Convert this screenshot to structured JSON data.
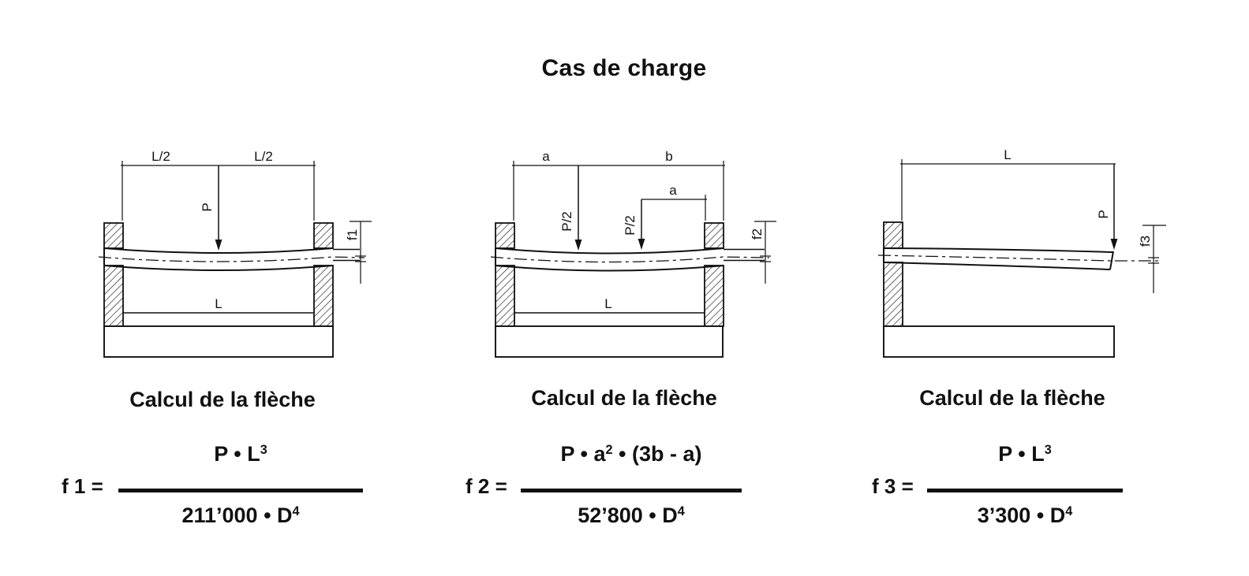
{
  "page": {
    "title": "Cas de charge",
    "background": "#ffffff",
    "ink": "#111111"
  },
  "diagrams": [
    {
      "id": "simply-supported-center-load",
      "labels": {
        "dim_left": "L/2",
        "dim_right": "L/2",
        "load": "P",
        "deflection": "f1",
        "span": "L"
      },
      "calc_title": "Calcul de la flèche",
      "formula": {
        "lhs": "f 1 =",
        "numerator": [
          {
            "text": "P • L"
          },
          {
            "sup": "3"
          }
        ],
        "denominator": [
          {
            "text": "211’000 • D"
          },
          {
            "sup": "4"
          }
        ]
      }
    },
    {
      "id": "simply-supported-two-loads",
      "labels": {
        "dim_a": "a",
        "dim_b": "b",
        "dim_a2": "a",
        "load1": "P/2",
        "load2": "P/2",
        "deflection": "f2",
        "span": "L"
      },
      "calc_title": "Calcul de la flèche",
      "formula": {
        "lhs": "f 2 =",
        "numerator": [
          {
            "text": "P • a"
          },
          {
            "sup": "2"
          },
          {
            "text": " • (3b - a)"
          }
        ],
        "denominator": [
          {
            "text": "52’800 • D"
          },
          {
            "sup": "4"
          }
        ]
      }
    },
    {
      "id": "cantilever-end-load",
      "labels": {
        "dim_span": "L",
        "load": "P",
        "deflection": "f3"
      },
      "calc_title": "Calcul de la flèche",
      "formula": {
        "lhs": "f 3 =",
        "numerator": [
          {
            "text": "P • L"
          },
          {
            "sup": "3"
          }
        ],
        "denominator": [
          {
            "text": "3’300 • D"
          },
          {
            "sup": "4"
          }
        ]
      }
    }
  ]
}
